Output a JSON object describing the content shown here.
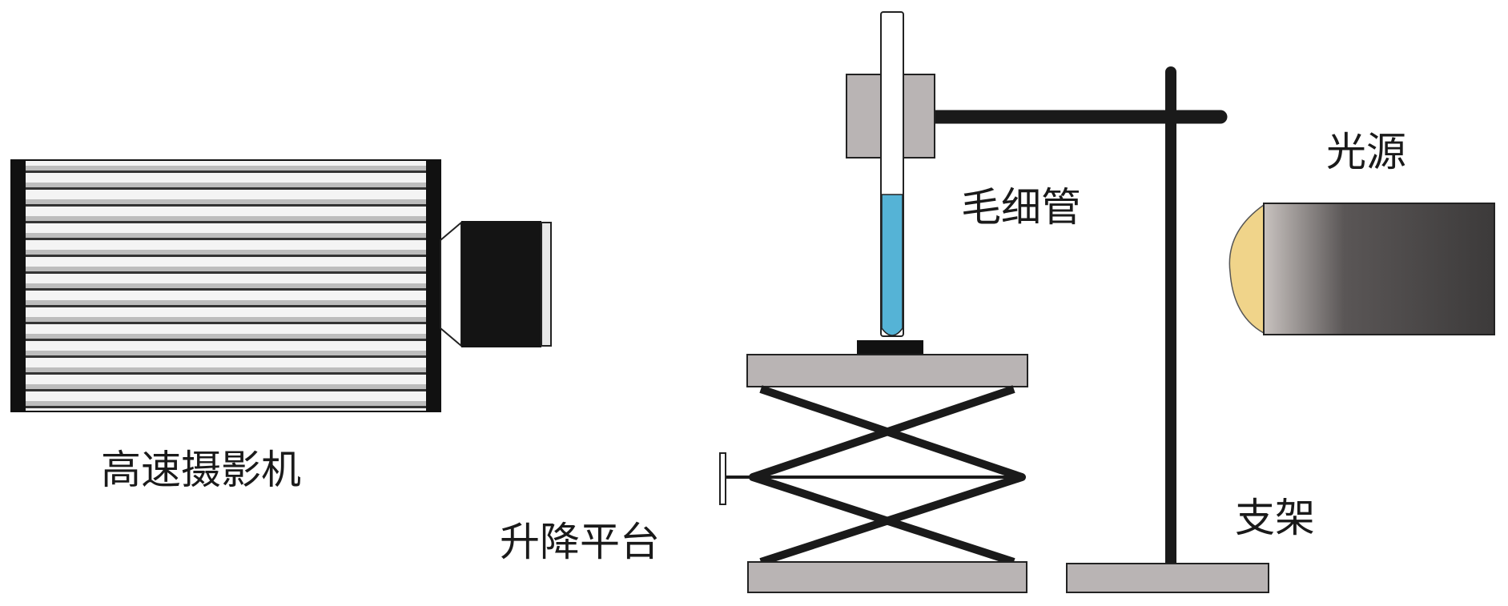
{
  "labels": {
    "camera": "高速摄影机",
    "capillary": "毛细管",
    "light_source": "光源",
    "lift_platform": "升降平台",
    "stand": "支架"
  },
  "colors": {
    "liquid": "#55b3d6",
    "gray_part": "#b9b4b4",
    "dark": "#1a1a1a",
    "lamp_dome": "#f0d48a"
  }
}
